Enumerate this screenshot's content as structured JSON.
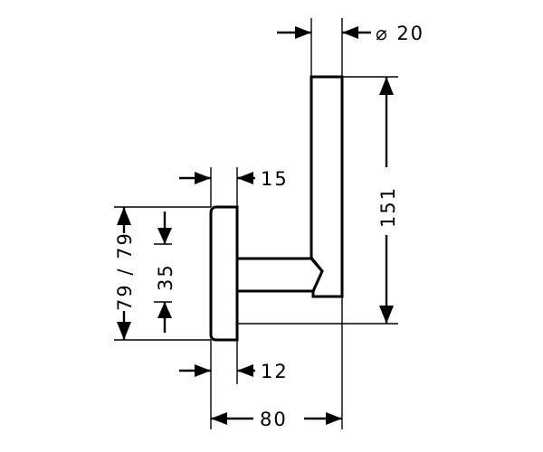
{
  "dimensions": {
    "diameter": "⌀ 20",
    "height": "151",
    "plate_thickness": "15",
    "plate_height": "79 / 79",
    "mount_spacing": "35",
    "rod_offset": "12",
    "depth": "80"
  }
}
